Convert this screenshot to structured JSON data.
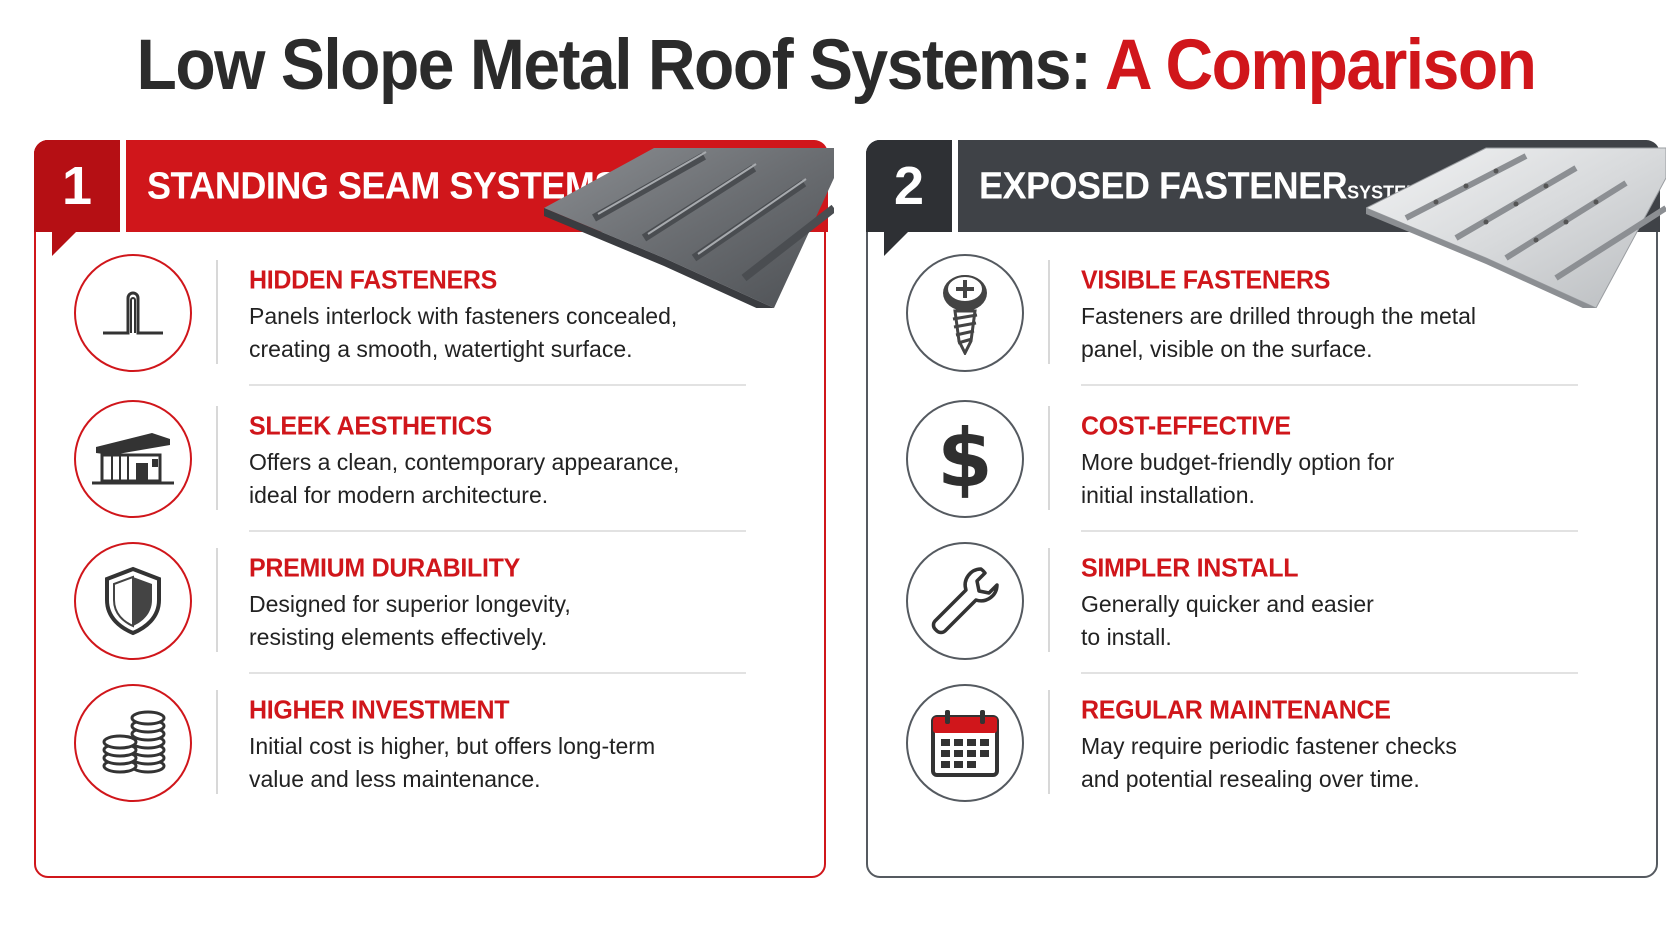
{
  "title": {
    "main": "Low Slope Metal Roof Systems: ",
    "accent": "A Comparison"
  },
  "colors": {
    "accent_red": "#d0161b",
    "dark_gray": "#3f4247"
  },
  "left_panel": {
    "number": "1",
    "heading": "STANDING SEAM SYSTEMS",
    "items": [
      {
        "icon": "standing-seam-icon",
        "title": "HIDDEN FASTENERS",
        "line1": "Panels interlock with fasteners concealed,",
        "line2": "creating a smooth, watertight surface."
      },
      {
        "icon": "modern-building-icon",
        "title": "SLEEK AESTHETICS",
        "line1": "Offers a clean, contemporary appearance,",
        "line2": "ideal for modern architecture."
      },
      {
        "icon": "shield-icon",
        "title": "PREMIUM DURABILITY",
        "line1": "Designed for superior longevity,",
        "line2": "resisting elements effectively."
      },
      {
        "icon": "coin-stack-icon",
        "title": "HIGHER INVESTMENT",
        "line1": "Initial cost is higher, but offers long-term",
        "line2": "value and less maintenance."
      }
    ]
  },
  "right_panel": {
    "number": "2",
    "heading_main": "EXPOSED FASTENER",
    "heading_small": "SYSTEMS",
    "items": [
      {
        "icon": "screw-icon",
        "title": "VISIBLE FASTENERS",
        "line1": "Fasteners are drilled through the metal",
        "line2": "panel, visible on the surface."
      },
      {
        "icon": "dollar-sign-icon",
        "title": "COST-EFFECTIVE",
        "line1": "More budget-friendly option for",
        "line2": "initial installation."
      },
      {
        "icon": "wrench-icon",
        "title": "SIMPLER INSTALL",
        "line1": "Generally quicker and easier",
        "line2": "to install."
      },
      {
        "icon": "calendar-icon",
        "title": "REGULAR MAINTENANCE",
        "line1": "May require periodic fastener checks",
        "line2": "and potential resealing over time."
      }
    ]
  }
}
